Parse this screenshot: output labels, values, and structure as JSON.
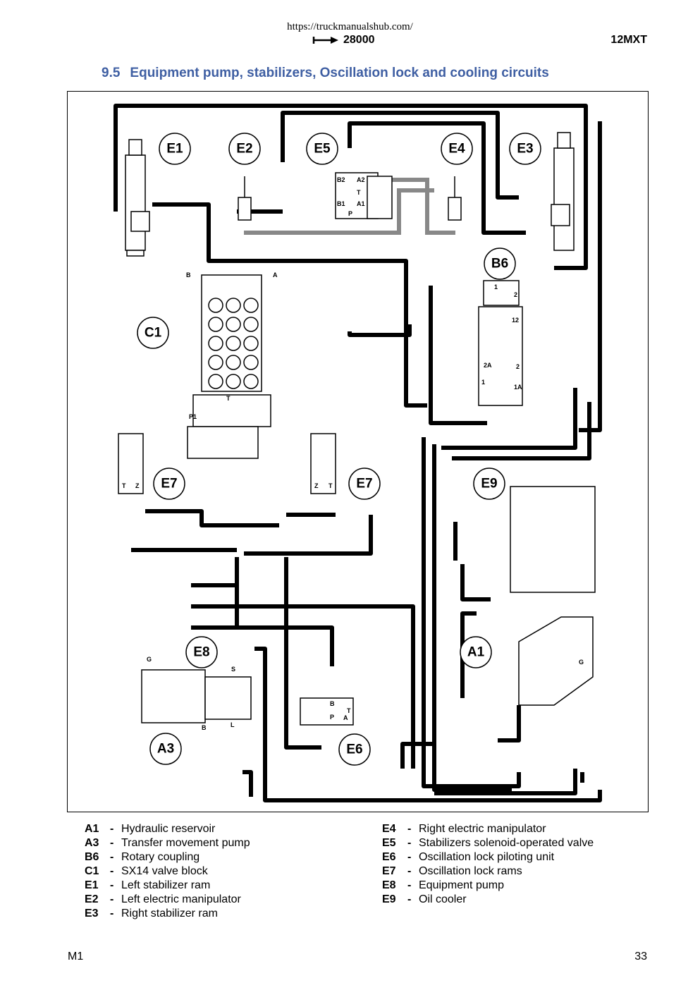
{
  "header": {
    "url": "https://truckmanualshub.com/",
    "doc_ref": "28000",
    "model": "12MXT"
  },
  "section": {
    "number": "9.5",
    "title": "Equipment pump, stabilizers, Oscillation lock and cooling circuits"
  },
  "diagram": {
    "component_labels": [
      "E1",
      "E2",
      "E5",
      "E4",
      "E3",
      "B6",
      "C1",
      "E7",
      "E7",
      "E9",
      "E8",
      "A1",
      "A3",
      "E6"
    ],
    "port_labels": {
      "valve_block": [
        "B",
        "A",
        "T",
        "P1"
      ],
      "e5": [
        "B2",
        "A2",
        "T",
        "B1",
        "A1",
        "P"
      ],
      "b6": [
        "1",
        "2",
        "12",
        "2A",
        "2",
        "1",
        "1A"
      ],
      "e7_left": [
        "T",
        "Z"
      ],
      "e7_right": [
        "Z",
        "T"
      ],
      "a3": [
        "G",
        "S",
        "B",
        "L"
      ],
      "e6": [
        "B",
        "T",
        "P",
        "A"
      ],
      "a1": [
        "G"
      ]
    }
  },
  "legend": {
    "left": [
      {
        "code": "A1",
        "desc": "Hydraulic reservoir"
      },
      {
        "code": "A3",
        "desc": "Transfer movement pump"
      },
      {
        "code": "B6",
        "desc": "Rotary coupling"
      },
      {
        "code": "C1",
        "desc": "SX14 valve block"
      },
      {
        "code": "E1",
        "desc": "Left stabilizer ram"
      },
      {
        "code": "E2",
        "desc": "Left electric manipulator"
      },
      {
        "code": "E3",
        "desc": "Right stabilizer ram"
      }
    ],
    "right": [
      {
        "code": "E4",
        "desc": "Right electric manipulator"
      },
      {
        "code": "E5",
        "desc": "Stabilizers solenoid-operated valve"
      },
      {
        "code": "E6",
        "desc": "Oscillation lock piloting unit"
      },
      {
        "code": "E7",
        "desc": "Oscillation lock rams"
      },
      {
        "code": "E8",
        "desc": "Equipment pump"
      },
      {
        "code": "E9",
        "desc": "Oil cooler"
      }
    ]
  },
  "footer": {
    "left": "M1",
    "page": "33"
  }
}
